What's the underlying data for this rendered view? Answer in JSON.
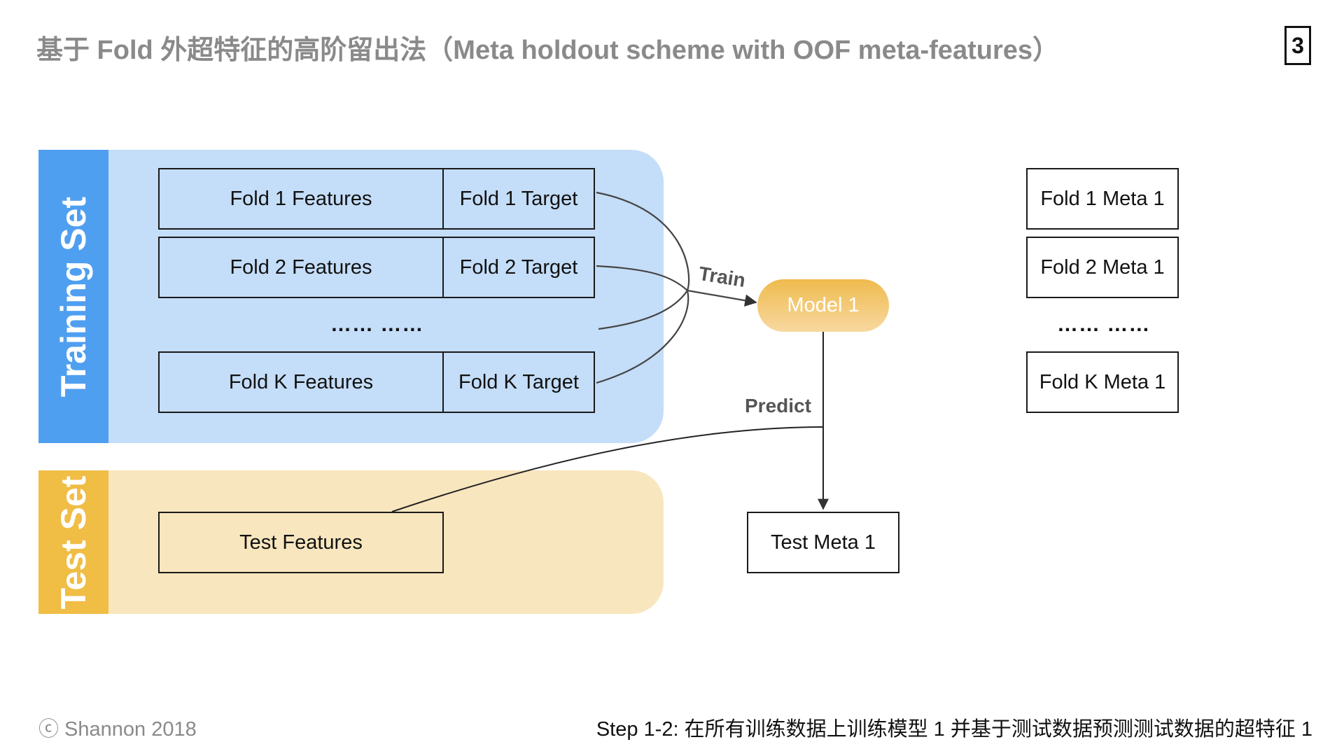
{
  "title": "基于 Fold 外超特征的高阶留出法（Meta holdout scheme with OOF meta-features）",
  "page_number": "3",
  "sections": {
    "training": {
      "label": "Training Set",
      "color": "#4f9ff1",
      "fill": "#c4ddf8"
    },
    "test": {
      "label": "Test Set",
      "color": "#f0bd45",
      "fill": "#f8e6be"
    }
  },
  "training_rows": [
    {
      "features": "Fold 1 Features",
      "target": "Fold 1 Target"
    },
    {
      "features": "Fold 2 Features",
      "target": "Fold 2 Target"
    },
    {
      "features": "Fold K Features",
      "target": "Fold K Target"
    }
  ],
  "ellipsis": "…… ……",
  "test_features": "Test Features",
  "model": {
    "label": "Model 1",
    "color": "#efbb4e"
  },
  "edges": {
    "train": "Train",
    "predict": "Predict"
  },
  "meta_boxes": [
    "Fold 1 Meta 1",
    "Fold 2 Meta 1",
    "Fold K Meta 1"
  ],
  "test_meta": "Test Meta 1",
  "footer": {
    "copyright": "ⓒ Shannon 2018"
  },
  "caption": "Step 1-2: 在所有训练数据上训练模型 1 并基于测试数据预测测试数据的超特征 1"
}
